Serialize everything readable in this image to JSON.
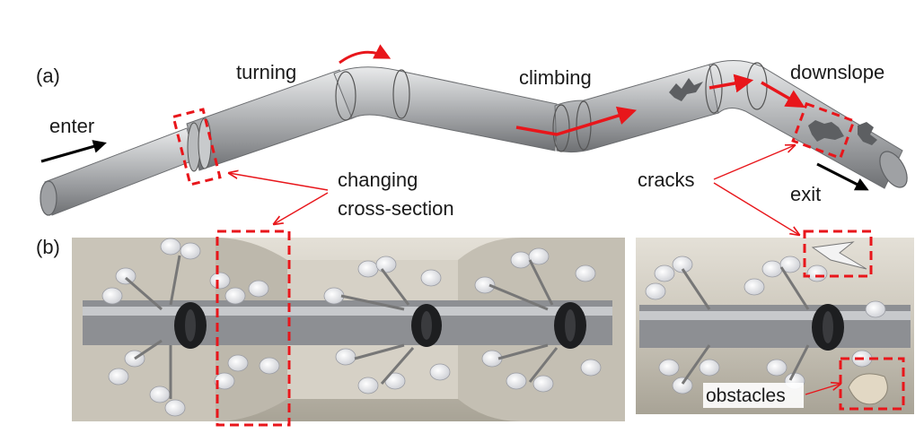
{
  "panel_a": {
    "tag": "(a)",
    "labels": {
      "enter": "enter",
      "turning": "turning",
      "climbing": "climbing",
      "downslope": "downslope",
      "exit": "exit",
      "changing_line1": "changing",
      "changing_line2": "cross-section",
      "cracks": "cracks"
    }
  },
  "panel_b": {
    "tag": "(b)",
    "labels": {
      "obstacles": "obstacles"
    }
  },
  "colors": {
    "pipe": "#a9abad",
    "pipe_dark": "#7b7d80",
    "pipe_light": "#e2e3e4",
    "highlight_red": "#e8161b",
    "arrow_black": "#000000",
    "robot_wheel": "#f1f1f1",
    "tube_bg": "#cdc8bd"
  }
}
